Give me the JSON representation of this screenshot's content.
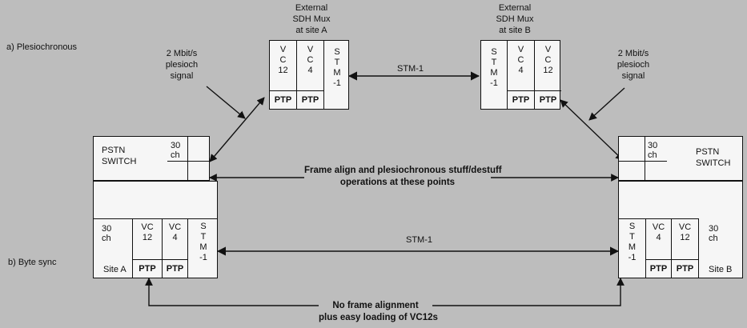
{
  "titles": {
    "plesiochronous": "a) Plesiochronous",
    "byte_sync": "b) Byte sync",
    "mux_a": [
      "External",
      "SDH Mux",
      "at site A"
    ],
    "mux_b": [
      "External",
      "SDH Mux",
      "at site B"
    ]
  },
  "signals": {
    "left": [
      "2 Mbit/s",
      "plesioch",
      "signal"
    ],
    "right": [
      "2 Mbit/s",
      "plesioch",
      "signal"
    ]
  },
  "links": {
    "stm1_top": "STM-1",
    "stm1_bottom": "STM-1"
  },
  "switch": {
    "name_line1": "PSTN",
    "name_line2": "SWITCH",
    "channels": [
      "30",
      "ch"
    ]
  },
  "mux_cells": {
    "vc12": [
      "V",
      "C",
      "12"
    ],
    "vc4": [
      "V",
      "C",
      "4"
    ],
    "stm": [
      "S",
      "T",
      "M",
      "-1"
    ],
    "ptp": "PTP"
  },
  "sync_cells": {
    "vc12": [
      "VC",
      "12"
    ],
    "vc4": [
      "VC",
      "4"
    ],
    "stm": [
      "S",
      "T",
      "M",
      "-1"
    ],
    "ptp": "PTP"
  },
  "annotations": {
    "frame_align": [
      "Frame align and plesiochronous stuff/destuff",
      "operations at these points"
    ],
    "no_frame": [
      "No frame alignment",
      "plus easy loading of VC12s"
    ]
  },
  "sites": {
    "a": "Site A",
    "b": "Site B"
  }
}
